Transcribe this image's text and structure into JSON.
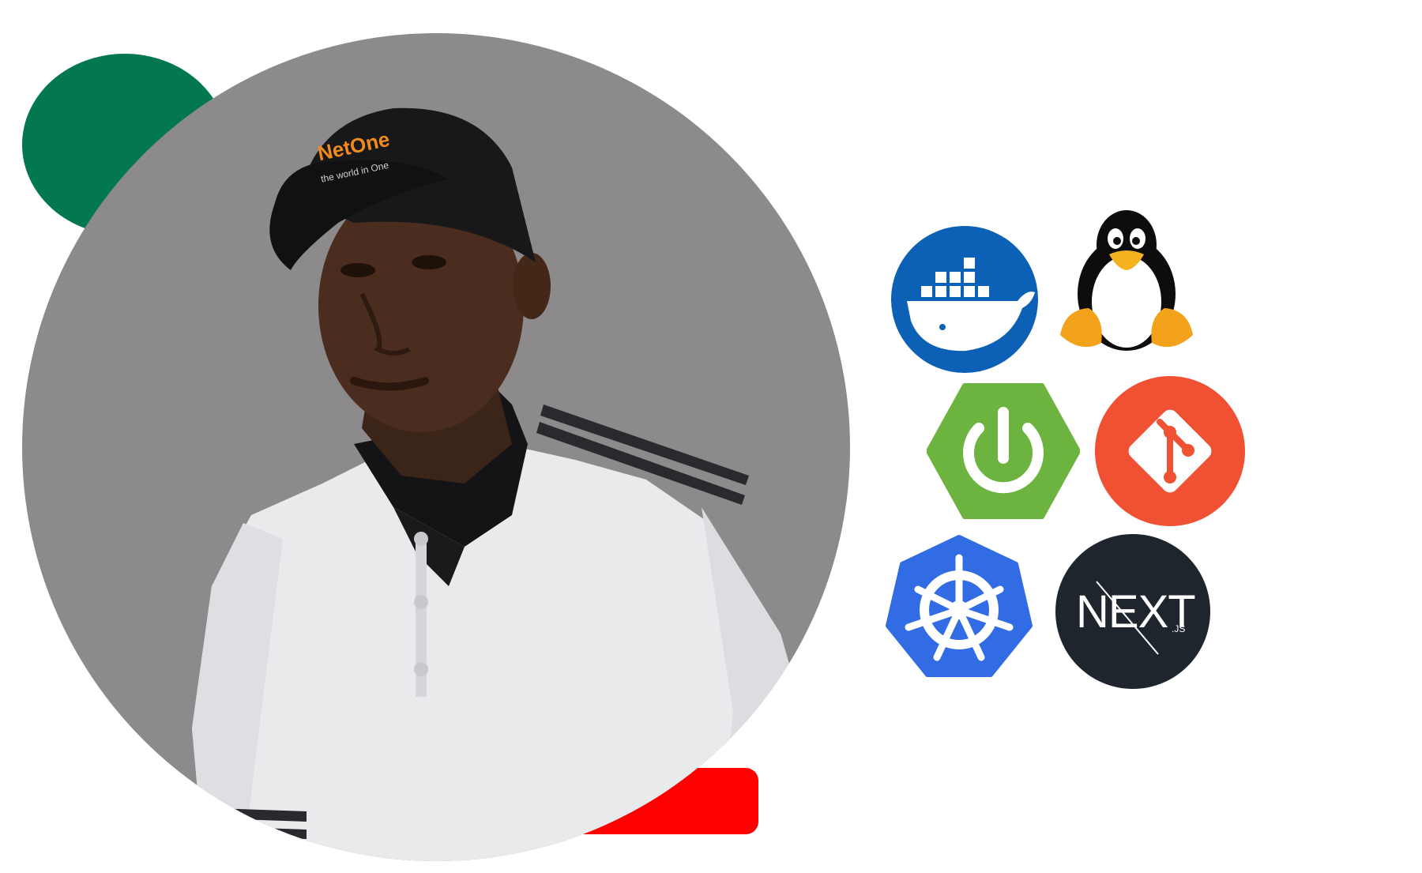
{
  "portrait": {
    "cap_brand": "NetOne",
    "cap_tagline": "the world in One"
  },
  "tech_logos": [
    {
      "name": "docker-logo",
      "color": "#0c61b6"
    },
    {
      "name": "linux-tux-logo",
      "color": "#f2a31b"
    },
    {
      "name": "spring-boot-logo",
      "color": "#6db33f"
    },
    {
      "name": "git-logo",
      "color": "#f05133"
    },
    {
      "name": "kubernetes-logo",
      "color": "#326ce5"
    },
    {
      "name": "nextjs-logo",
      "color": "#1e252d"
    }
  ],
  "nextjs": {
    "wordmark": "NEXT",
    "suffix": ".JS"
  },
  "decor": {
    "green_accent": "#037752",
    "red_accent": "#ff0000",
    "portrait_bg": "#8d8a8c"
  }
}
